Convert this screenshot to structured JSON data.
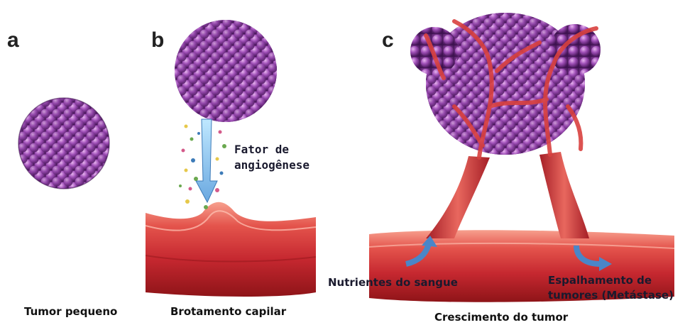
{
  "panels": {
    "a": {
      "letter": "a",
      "caption": "Tumor pequeno"
    },
    "b": {
      "letter": "b",
      "caption": "Brotamento capilar",
      "label_line1": "Fator de",
      "label_line2": "angiogênese"
    },
    "c": {
      "letter": "c",
      "caption": "Crescimento do tumor",
      "label_nutrients": "Nutrientes do sangue",
      "label_spread_line1": "Espalhamento de",
      "label_spread_line2": "tumores (Metástase)"
    }
  },
  "colors": {
    "tumor_dark": "#5a1f6e",
    "tumor_light": "#b060c0",
    "vessel": "#d2333a",
    "vessel_light": "#f07a70",
    "arrow_blue": "#4a86c8"
  },
  "icons": [
    "tumor-sphere",
    "blood-vessel",
    "flow-arrow",
    "growth-factor-particles"
  ]
}
